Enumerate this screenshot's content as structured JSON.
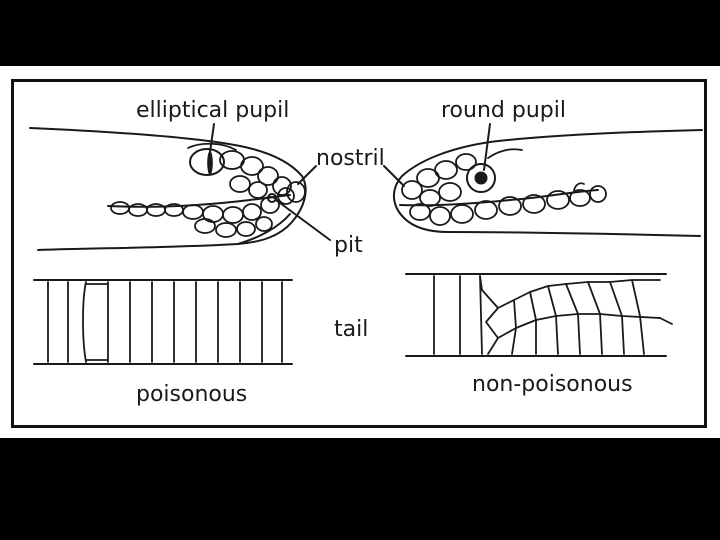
{
  "labels": {
    "elliptical_pupil": "elliptical pupil",
    "round_pupil": "round pupil",
    "nostril": "nostril",
    "pit": "pit",
    "tail": "tail",
    "poisonous": "poisonous",
    "non_poisonous": "non-poisonous"
  },
  "colors": {
    "background": "#000000",
    "panel": "#ffffff",
    "ink": "#1a1a1a"
  }
}
